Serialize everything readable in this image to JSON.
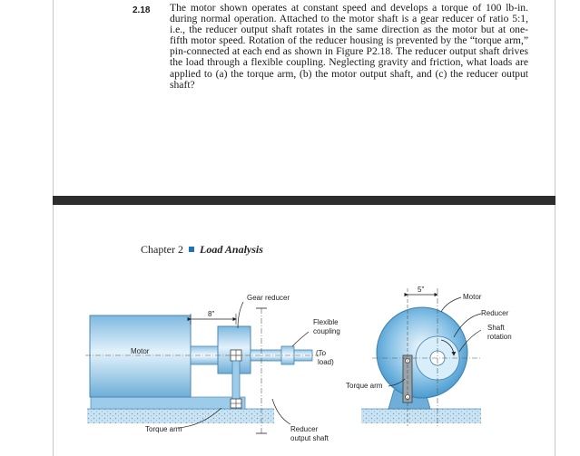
{
  "problem": {
    "number": "2.18",
    "text": "The motor shown operates at constant speed and develops a torque of 100 lb-in. during normal operation. Attached to the motor shaft is a gear reducer of ratio 5:1, i.e., the reducer output shaft rotates in the same direction as the motor but at one-fifth motor speed. Rotation of the reducer housing is prevented by the “torque arm,” pin-connected at each end as shown in Figure P2.18. The reducer output shaft drives the load through a flexible coupling. Neglecting gravity and friction, what loads are applied to (a) the torque arm, (b) the motor output shaft, and (c) the reducer output shaft?"
  },
  "chapter": {
    "label": "Chapter 2",
    "title": "Load Analysis"
  },
  "figure": {
    "labels": {
      "gear_reducer": "Gear reducer",
      "dim_8in": "8\"",
      "flexible": "Flexible",
      "coupling": "coupling",
      "motor": "Motor",
      "to": "(To",
      "load": "load)",
      "torque_arm": "Torque arm",
      "reducer": "Reducer",
      "output_shaft": "output shaft",
      "dim_5in": "5\"",
      "motor_right": "Motor",
      "reducer_right": "Reducer",
      "shaft": "Shaft",
      "rotation": "rotation",
      "torque_arm_right": "Torque arm"
    }
  }
}
